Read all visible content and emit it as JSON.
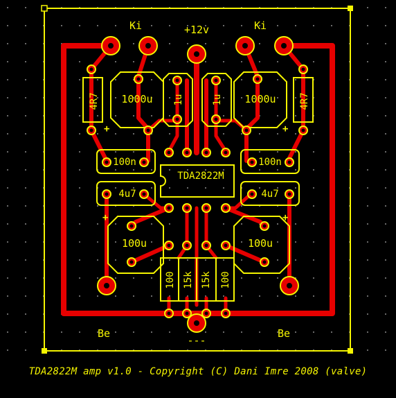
{
  "board": {
    "footer_text": "TDA2822M amp v1.0 - Copyright (C) Dani Imre 2008 (valve)",
    "colors": {
      "background": "#000000",
      "silkscreen": "#f5f500",
      "copper": "#e60000",
      "grid_dot": "#6a6a6a"
    },
    "labels": {
      "ki_left": "Ki",
      "ki_right": "Ki",
      "vcc": "+12v",
      "be_left": "Be",
      "be_right": "Be",
      "gnd": "---"
    },
    "components": {
      "r_left": "4R7",
      "r_right": "4R7",
      "c_big_left": "1000u",
      "c_big_right": "1000u",
      "c_1u_left": "1u",
      "c_1u_right": "1u",
      "c_100n_left": "100n",
      "c_100n_right": "100n",
      "ic": "TDA2822M",
      "c_4u7_left": "4u7",
      "c_4u7_right": "4u7",
      "c_100u_left": "100u",
      "c_100u_right": "100u",
      "r_100_a": "100",
      "r_15k_a": "15k",
      "r_15k_b": "15k",
      "r_100_b": "100"
    },
    "polarity": {
      "plus": "+"
    }
  }
}
